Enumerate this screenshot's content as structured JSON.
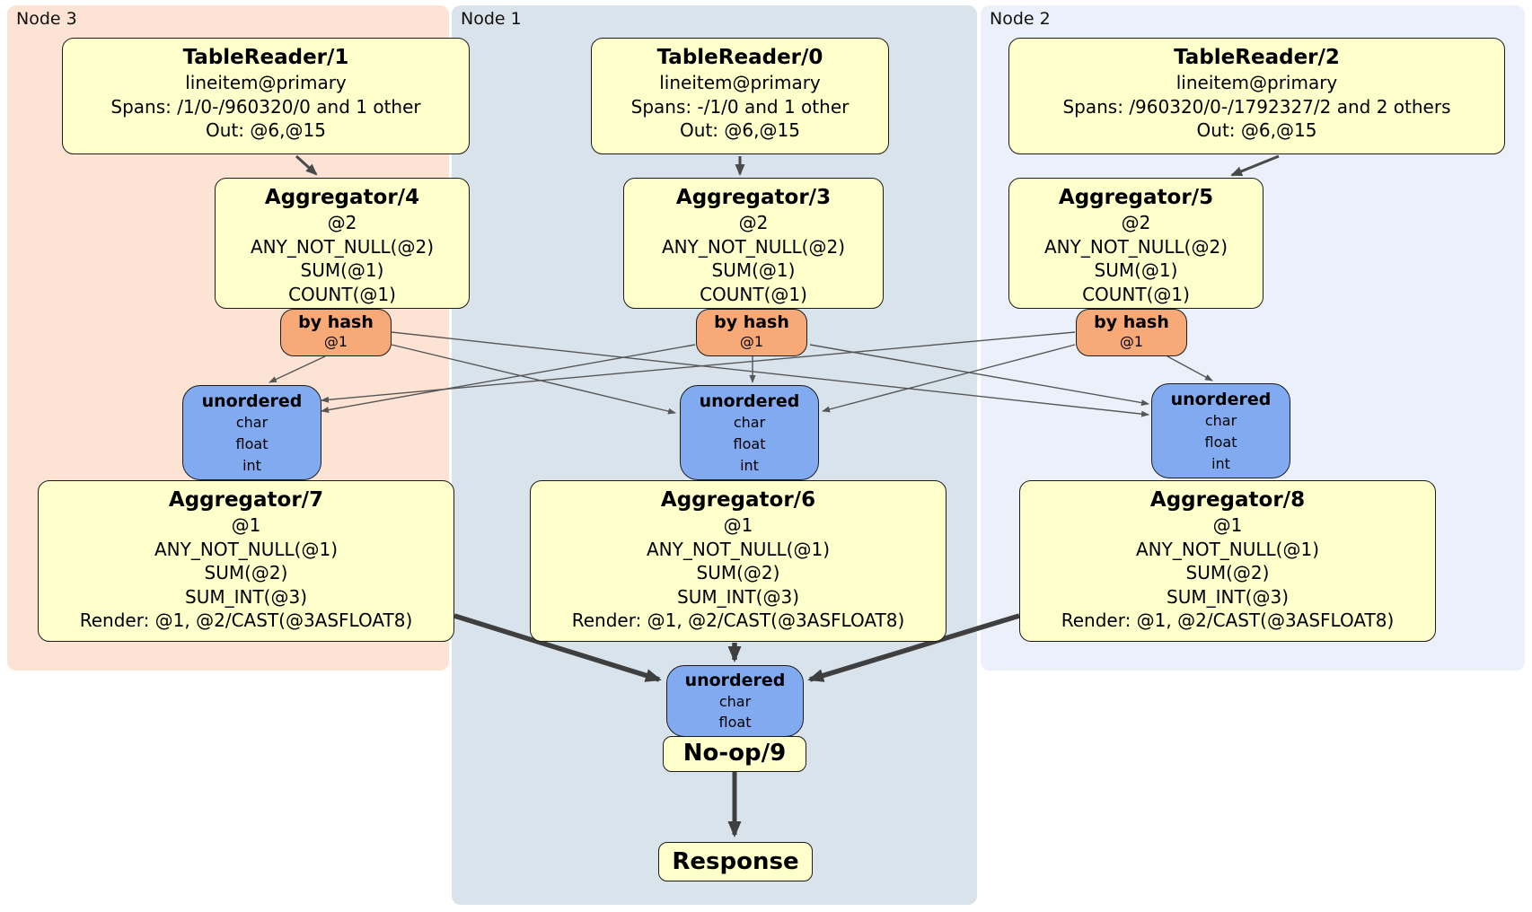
{
  "colors": {
    "node3_bg": "#fce3d4",
    "node1_bg": "#d8e3eb",
    "node2_bg": "#ebf0fa",
    "box_bg": "#ffffcc",
    "router_bg": "#f7a978",
    "sync_bg": "#82aaf0",
    "edge_thin": "#565656",
    "edge_med": "#4a4a4a",
    "edge_thick": "#3f3f3f"
  },
  "regions": {
    "node3": "Node 3",
    "node1": "Node 1",
    "node2": "Node 2"
  },
  "boxes": {
    "tableReader1": {
      "title": "TableReader/1",
      "lines": [
        "lineitem@primary",
        "Spans: /1/0-/960320/0 and 1 other",
        "Out: @6,@15"
      ]
    },
    "tableReader0": {
      "title": "TableReader/0",
      "lines": [
        "lineitem@primary",
        "Spans: -/1/0 and 1 other",
        "Out: @6,@15"
      ]
    },
    "tableReader2": {
      "title": "TableReader/2",
      "lines": [
        "lineitem@primary",
        "Spans: /960320/0-/1792327/2 and 2 others",
        "Out: @6,@15"
      ]
    },
    "aggregator4": {
      "title": "Aggregator/4",
      "lines": [
        "@2",
        "ANY_NOT_NULL(@2)",
        "SUM(@1)",
        "COUNT(@1)"
      ]
    },
    "aggregator3": {
      "title": "Aggregator/3",
      "lines": [
        "@2",
        "ANY_NOT_NULL(@2)",
        "SUM(@1)",
        "COUNT(@1)"
      ]
    },
    "aggregator5": {
      "title": "Aggregator/5",
      "lines": [
        "@2",
        "ANY_NOT_NULL(@2)",
        "SUM(@1)",
        "COUNT(@1)"
      ]
    },
    "aggregator7": {
      "title": "Aggregator/7",
      "lines": [
        "@1",
        "ANY_NOT_NULL(@1)",
        "SUM(@2)",
        "SUM_INT(@3)",
        "Render: @1, @2/CAST(@3ASFLOAT8)"
      ]
    },
    "aggregator6": {
      "title": "Aggregator/6",
      "lines": [
        "@1",
        "ANY_NOT_NULL(@1)",
        "SUM(@2)",
        "SUM_INT(@3)",
        "Render: @1, @2/CAST(@3ASFLOAT8)"
      ]
    },
    "aggregator8": {
      "title": "Aggregator/8",
      "lines": [
        "@1",
        "ANY_NOT_NULL(@1)",
        "SUM(@2)",
        "SUM_INT(@3)",
        "Render: @1, @2/CAST(@3ASFLOAT8)"
      ]
    },
    "noop": {
      "title": "No-op/9"
    },
    "response": {
      "title": "Response"
    }
  },
  "routers": {
    "hash3": {
      "title": "by hash",
      "detail": "@1"
    },
    "hash1": {
      "title": "by hash",
      "detail": "@1"
    },
    "hash2": {
      "title": "by hash",
      "detail": "@1"
    }
  },
  "syncs": {
    "sync3": {
      "title": "unordered",
      "types": [
        "char",
        "float",
        "int"
      ]
    },
    "sync1": {
      "title": "unordered",
      "types": [
        "char",
        "float",
        "int"
      ]
    },
    "sync2": {
      "title": "unordered",
      "types": [
        "char",
        "float",
        "int"
      ]
    },
    "syncFinal": {
      "title": "unordered",
      "types": [
        "char",
        "float"
      ]
    }
  }
}
